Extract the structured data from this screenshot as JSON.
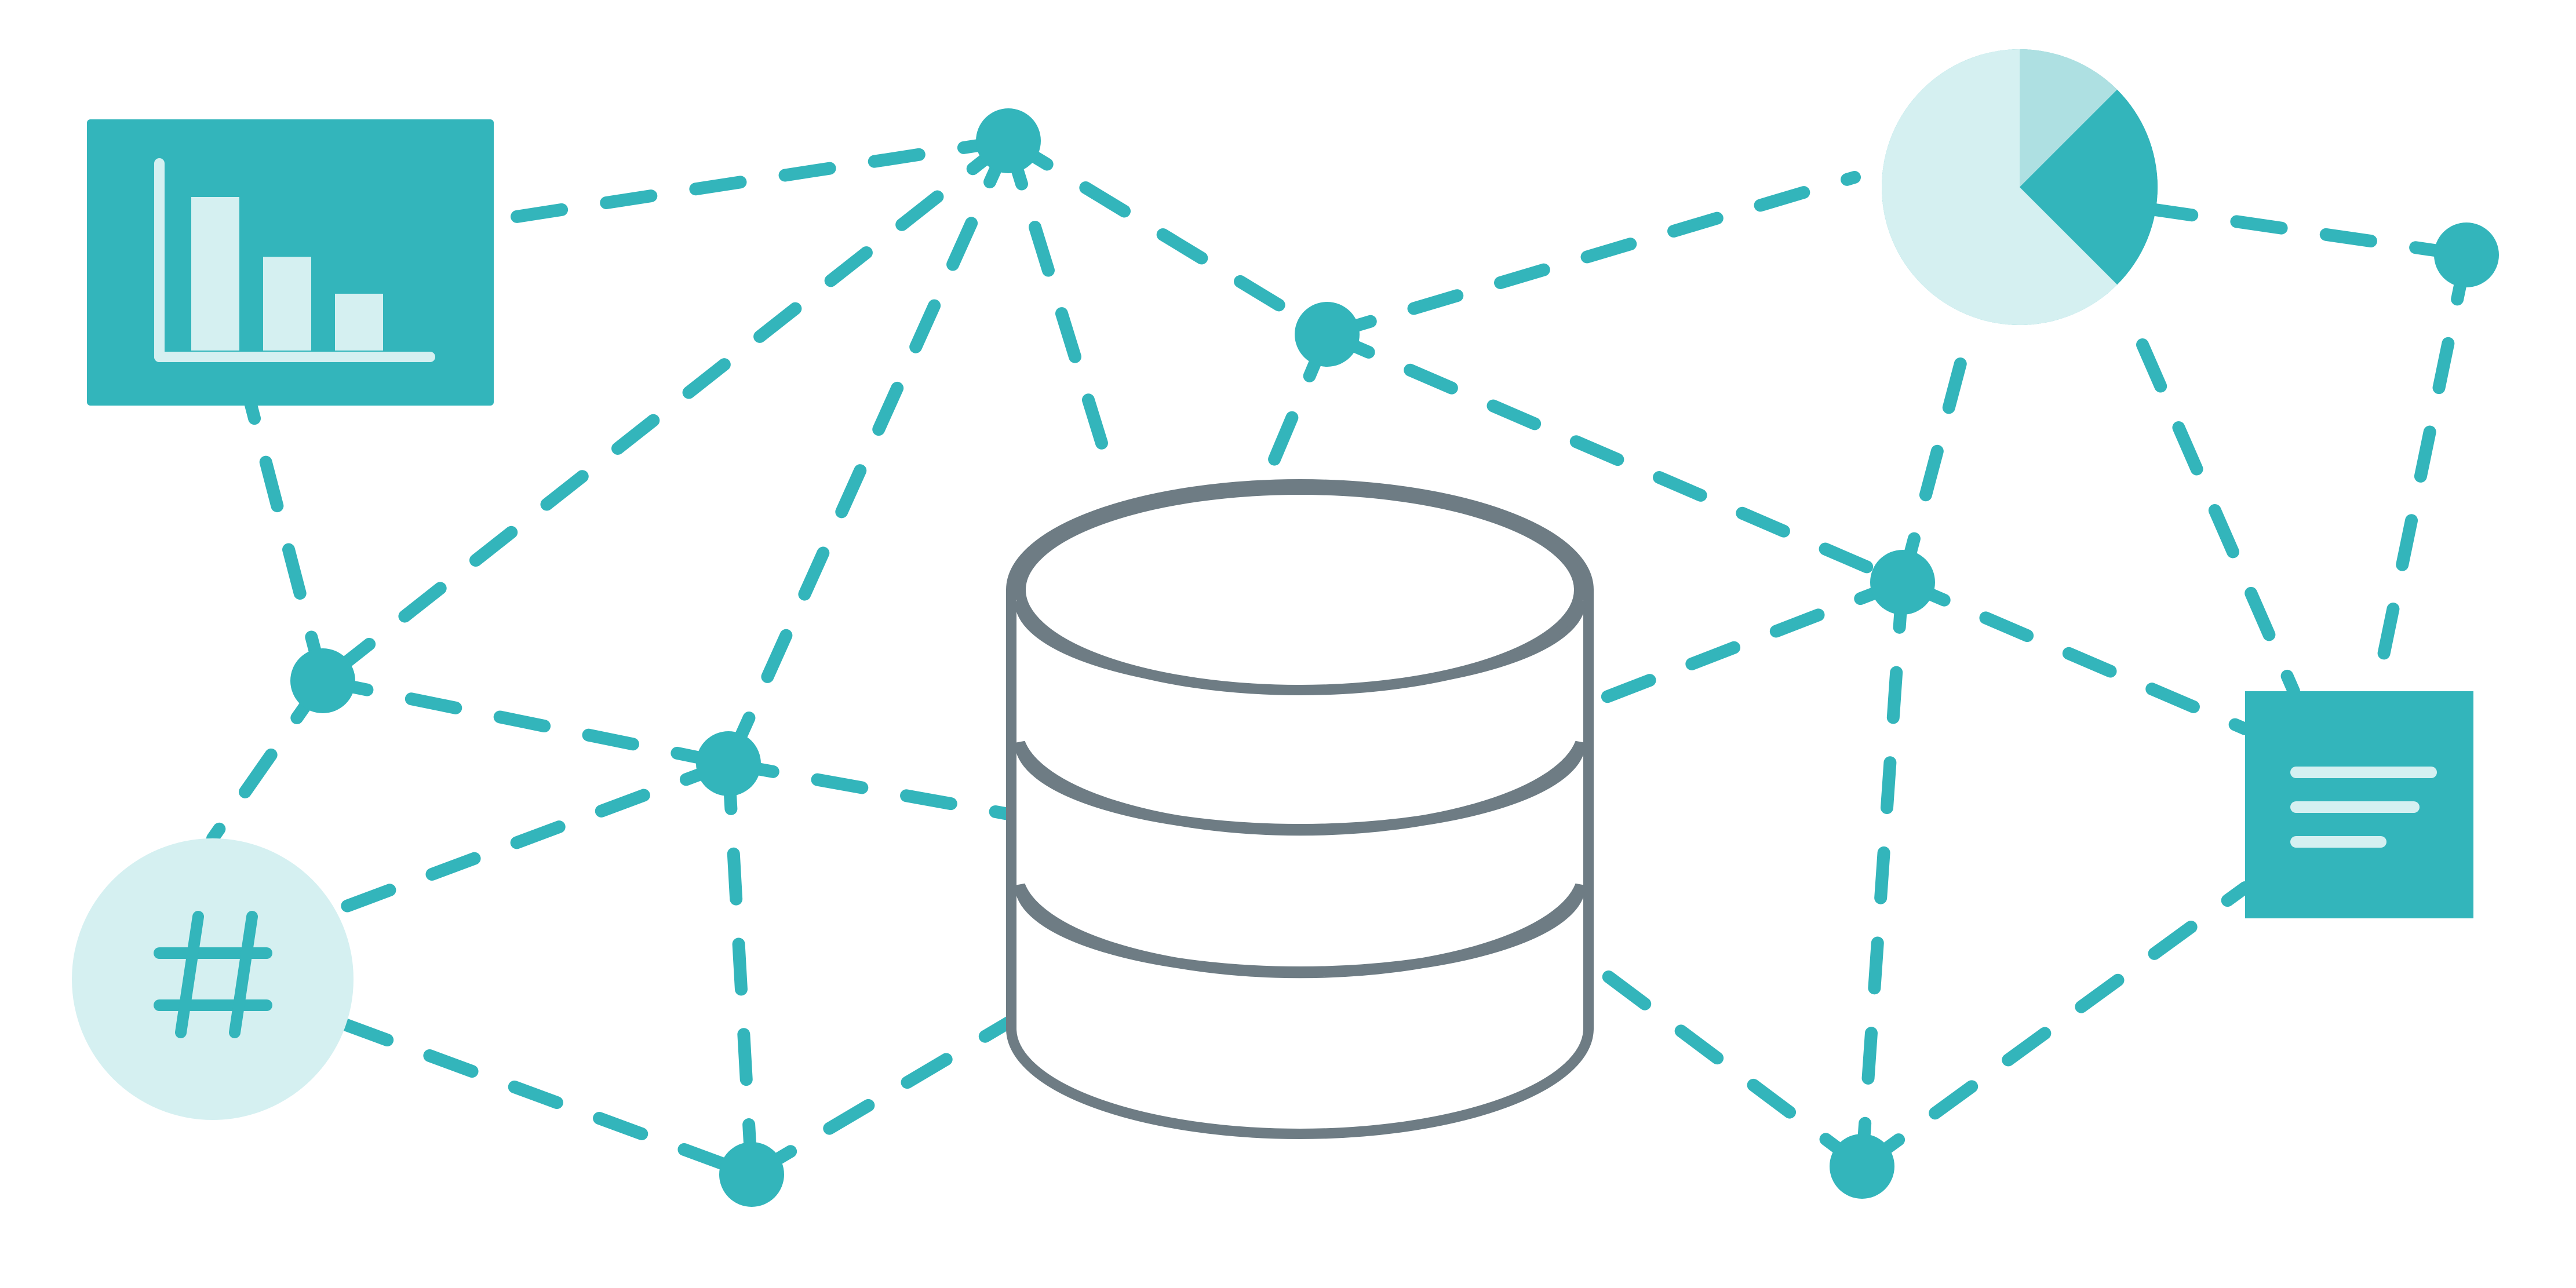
{
  "colors": {
    "accent": "#33b5bb",
    "accent_light": "#d5f0f1",
    "accent_mid": "#aee0e2",
    "database": "#6e7c84",
    "background": "#ffffff"
  },
  "icons": {
    "bar_chart": "bar-chart-icon",
    "pie_chart": "pie-chart-icon",
    "hashtag": "hashtag-icon",
    "document": "document-icon",
    "database": "database-icon",
    "network_node": "network-node-icon"
  },
  "bar_chart_levels": [
    1.0,
    0.61,
    0.37
  ],
  "pie_chart_segments": [
    0.125,
    0.25,
    0.625
  ]
}
